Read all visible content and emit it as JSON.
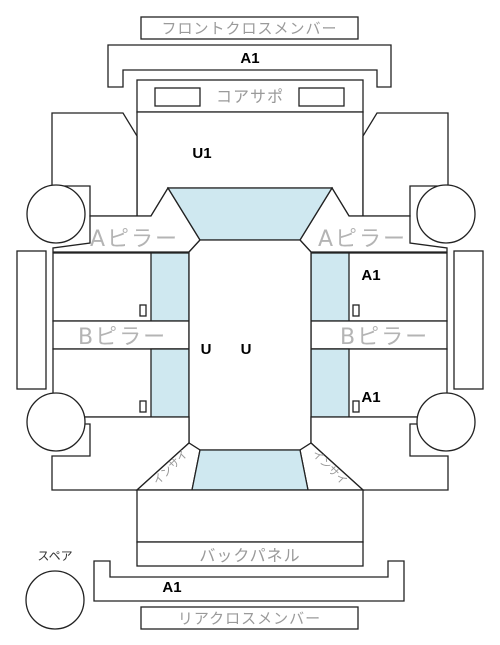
{
  "labels": {
    "front_cross_member": "フロントクロスメンバー",
    "core_support": "コアサポ",
    "a_pillar_left": "Aピラー",
    "a_pillar_right": "Aピラー",
    "b_pillar_left": "Bピラー",
    "b_pillar_right": "Bピラー",
    "inside_left": "インサイ",
    "inside_right": "インサイ",
    "back_panel": "バックパネル",
    "spare": "スペア",
    "rear_cross_member": "リアクロスメンバー"
  },
  "marks": {
    "front_member": "A1",
    "front_area": "U1",
    "roof_left": "U",
    "roof_right": "U",
    "right_front_door": "A1",
    "right_rear_door": "A1",
    "rear_member": "A1"
  },
  "colors": {
    "glass": "#cfe8f0",
    "outline": "#222222",
    "label_gray": "#9a9a9a"
  }
}
